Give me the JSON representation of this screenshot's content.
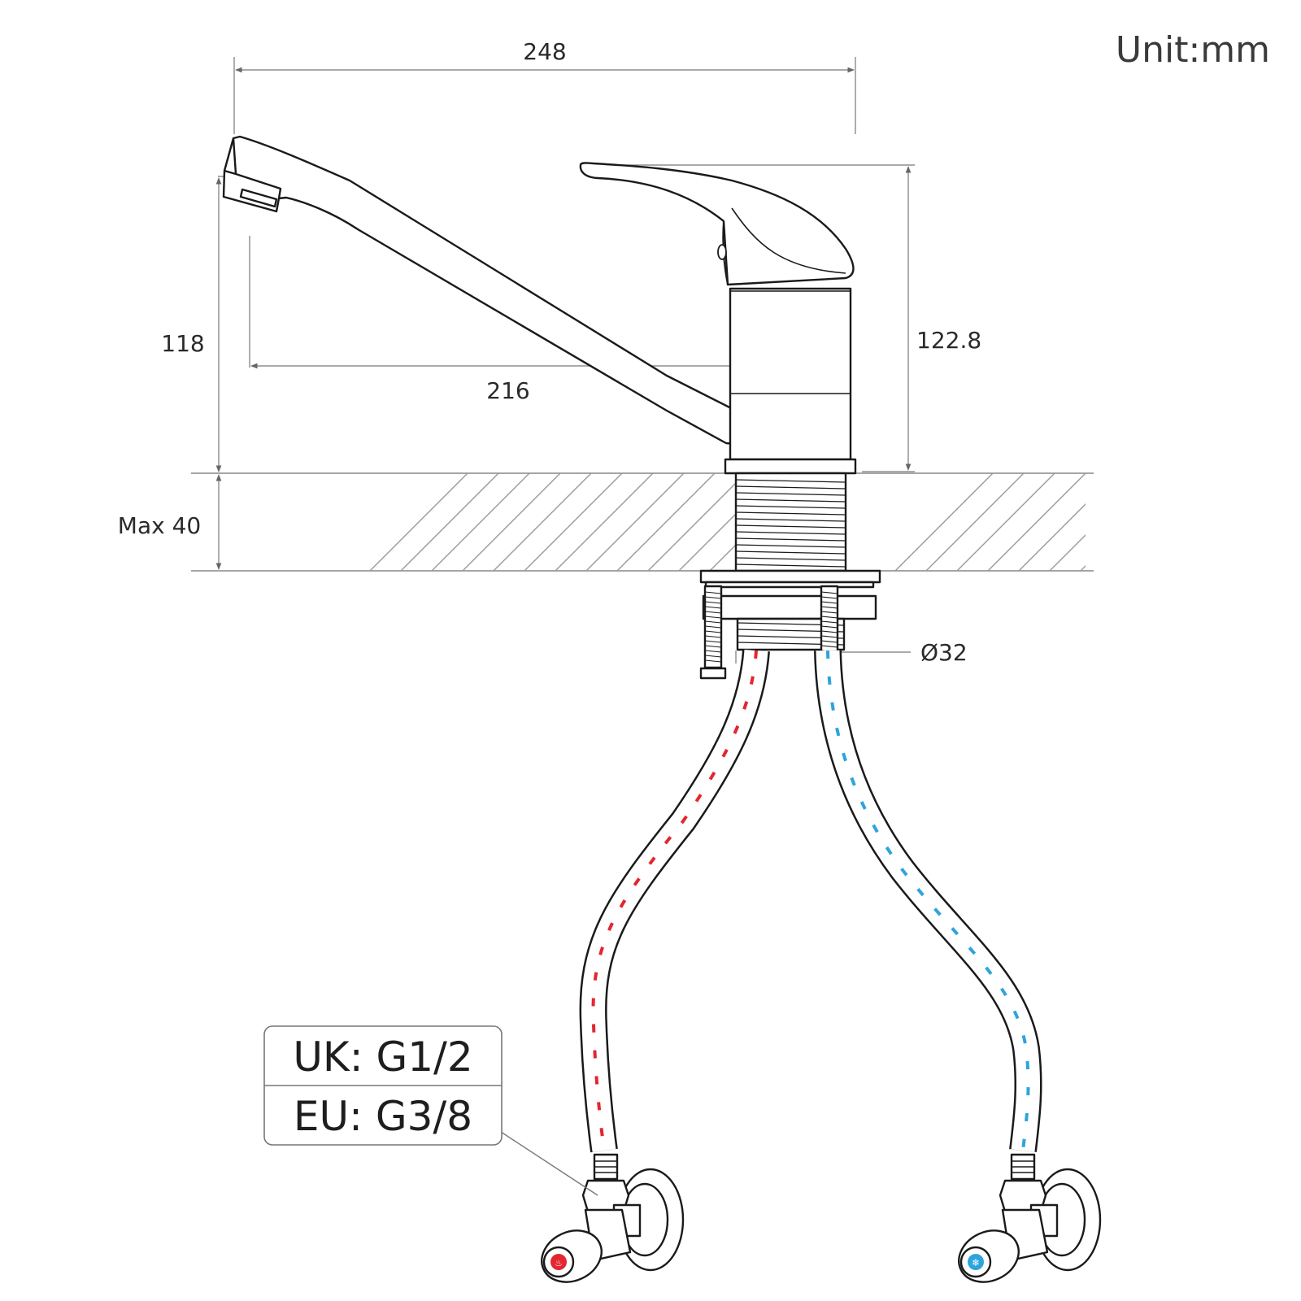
{
  "unit_label": "Unit:mm",
  "dimensions": {
    "overall_width": "248",
    "spout_reach": "216",
    "spout_height": "118",
    "total_height": "122.8",
    "max_deck_thickness": "Max 40",
    "shank_diameter": "Ø32"
  },
  "connection_spec": {
    "uk": "UK: G1/2",
    "eu": "EU: G3/8"
  },
  "colors": {
    "hot": "#e3262f",
    "cold": "#2ea4dd",
    "line": "#1a1a1a",
    "dim": "#777777"
  },
  "icons": {
    "hot_valve": "hot-water-icon",
    "cold_valve": "cold-water-icon"
  }
}
